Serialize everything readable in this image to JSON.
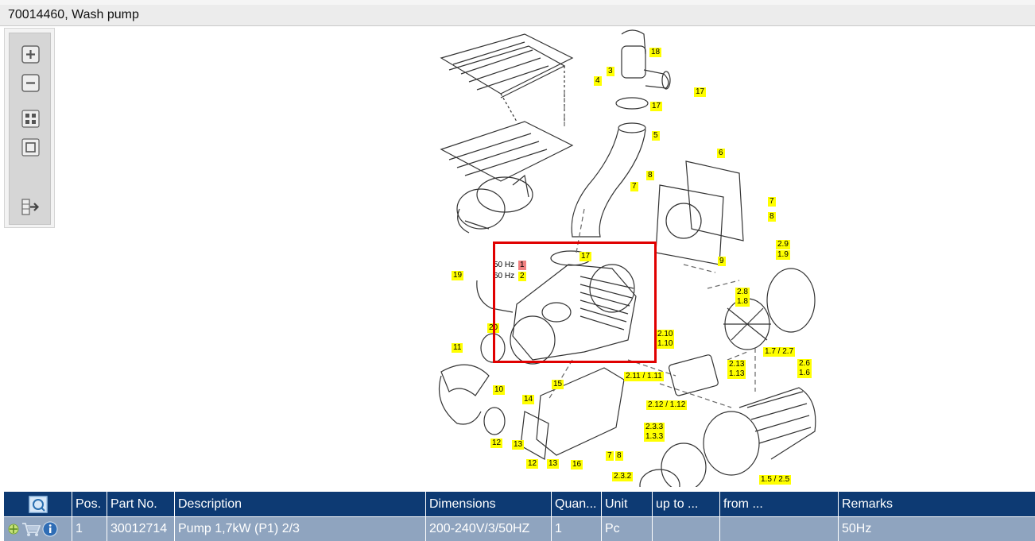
{
  "window": {
    "title": "70014460, Wash pump"
  },
  "toolbar": {
    "buttons": [
      {
        "name": "zoom-in-icon"
      },
      {
        "name": "zoom-out-icon"
      },
      {
        "name": "fit-all-icon"
      },
      {
        "name": "fit-window-icon"
      },
      {
        "name": "toggle-panel-icon"
      }
    ]
  },
  "drawing": {
    "frequency_labels": [
      "50 Hz",
      "60 Hz"
    ],
    "part_tags": [
      "18",
      "3",
      "4",
      "17",
      "17",
      "5",
      "6",
      "8",
      "7",
      "7",
      "8",
      "2.9",
      "1.9",
      "17",
      "1",
      "2",
      "19",
      "20",
      "2.8",
      "1.8",
      "2.10",
      "1.10",
      "11",
      "1.7 / 2.7",
      "2.11 / 1.11",
      "2.13",
      "1.13",
      "2.6",
      "1.6",
      "10",
      "14",
      "15",
      "2.12 / 1.12",
      "12",
      "13",
      "2.3.3",
      "1.3.3",
      "7",
      "8",
      "12",
      "13",
      "16",
      "2.3.2",
      "1.5 / 2.5",
      "9"
    ],
    "selected_part": "1",
    "highlight_color": "#e00000",
    "tag_color": "#ffff00"
  },
  "grid": {
    "columns": [
      "",
      "Pos.",
      "Part No.",
      "Description",
      "Dimensions",
      "Quan...",
      "Unit",
      "up to ...",
      "from ...",
      "Remarks"
    ],
    "rows": [
      {
        "pos": "1",
        "part_no": "30012714",
        "description": "Pump 1,7kW (P1) 2/3",
        "dimensions": "200-240V/3/50HZ",
        "quantity": "1",
        "unit": "Pc",
        "up_to": "",
        "from": "",
        "remarks": "50Hz"
      }
    ],
    "header_color": "#0d3a73",
    "row_color": "#8fa4bf"
  }
}
